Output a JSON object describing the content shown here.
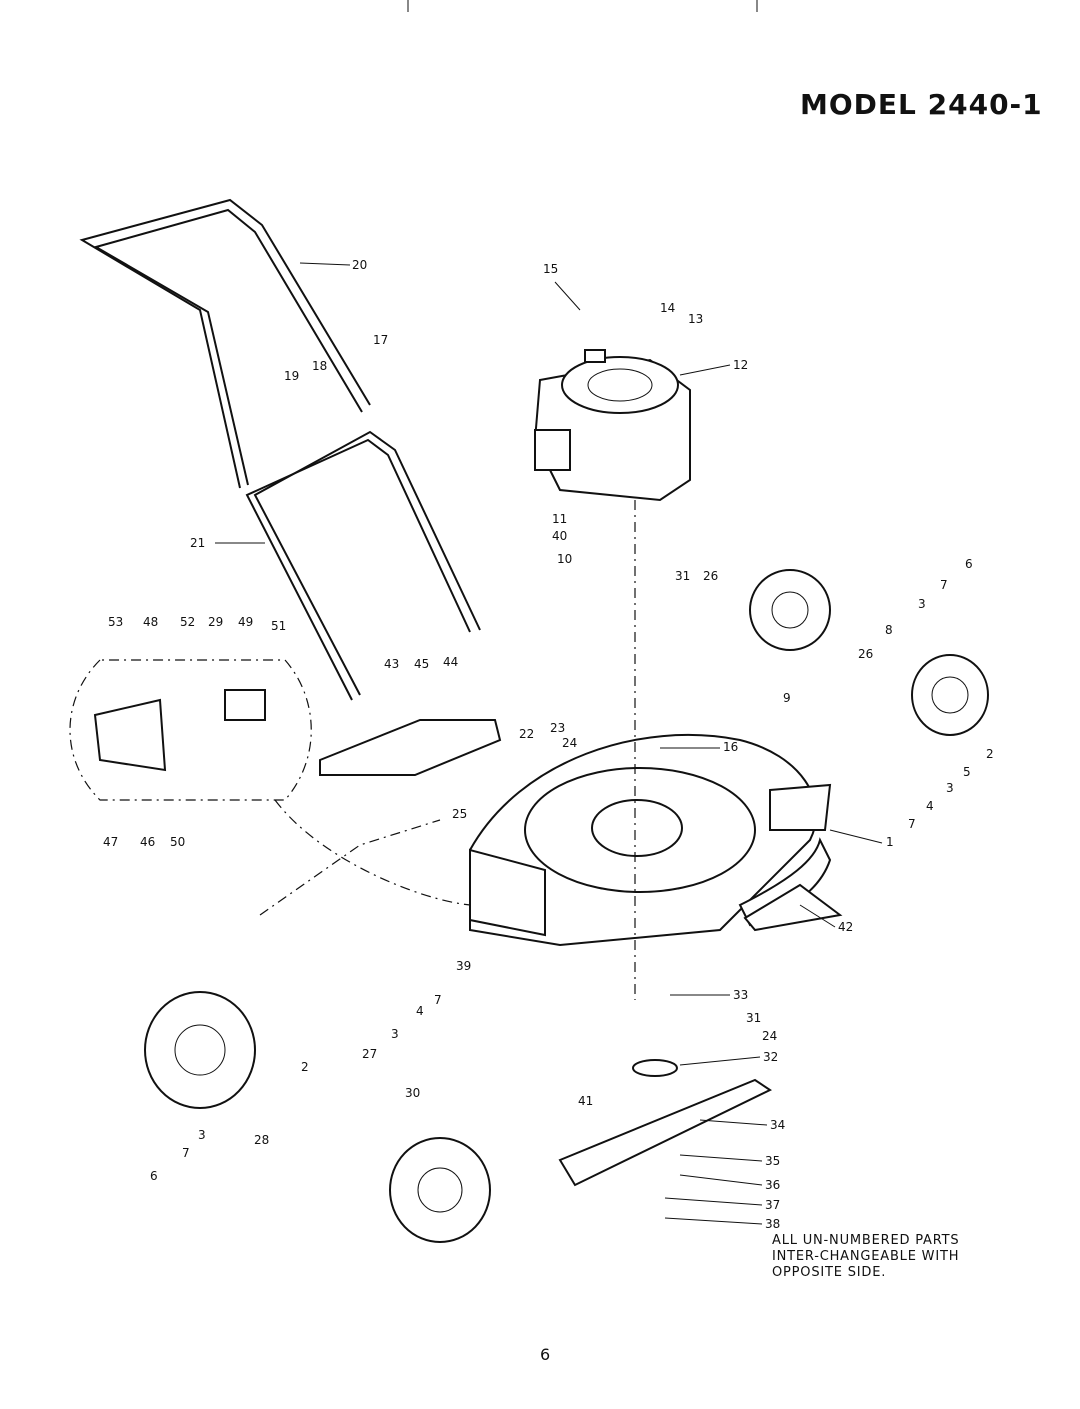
{
  "title": "MODEL 2440-1",
  "note_lines": [
    "ALL UN-NUMBERED PARTS",
    "INTER-CHANGEABLE WITH",
    "OPPOSITE SIDE."
  ],
  "page_number": "6",
  "callouts": [
    "1",
    "2",
    "3",
    "4",
    "5",
    "6",
    "7",
    "8",
    "9",
    "10",
    "11",
    "12",
    "13",
    "14",
    "15",
    "16",
    "17",
    "18",
    "19",
    "20",
    "21",
    "22",
    "23",
    "24",
    "25",
    "26",
    "27",
    "28",
    "29",
    "30",
    "31",
    "32",
    "33",
    "34",
    "35",
    "36",
    "37",
    "38",
    "39",
    "40",
    "41",
    "42",
    "43",
    "44",
    "45",
    "46",
    "47",
    "48",
    "49",
    "50",
    "51",
    "52",
    "53"
  ]
}
